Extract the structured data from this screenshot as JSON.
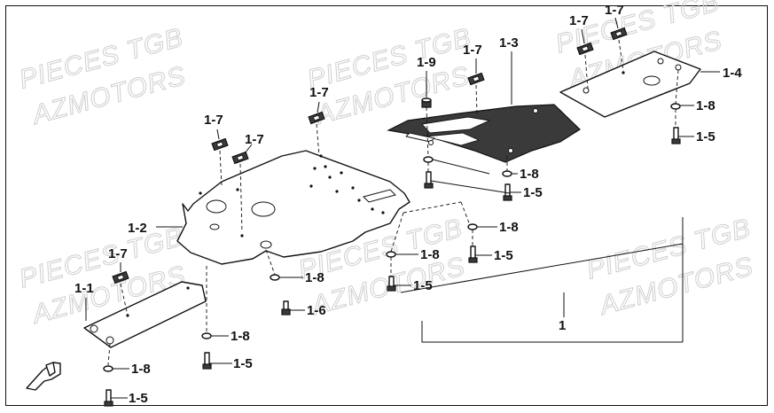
{
  "diagram": {
    "watermark_lines": [
      "PIECES TGB",
      "AZMOTORS"
    ],
    "callouts": {
      "c1": "1",
      "c11": "1-1",
      "c12": "1-2",
      "c13": "1-3",
      "c14": "1-4",
      "c15": "1-5",
      "c16": "1-6",
      "c17": "1-7",
      "c18": "1-8",
      "c19": "1-9"
    }
  }
}
